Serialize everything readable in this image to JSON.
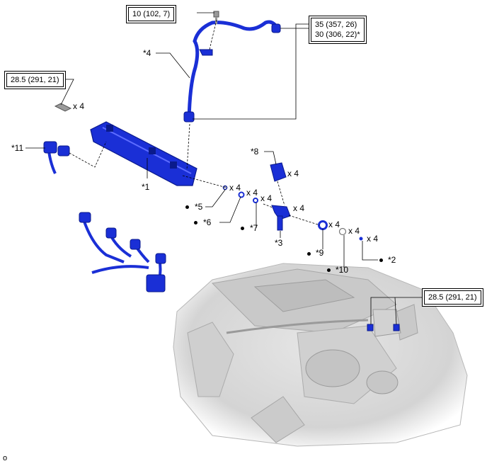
{
  "figure_id": "o",
  "torque_specs": {
    "bolt_top": "10 (102, 7)",
    "fuel_pipe_line1": "35 (357, 26)",
    "fuel_pipe_line2": "30 (306, 22)*",
    "rail_bolt": "28.5 (291, 21)",
    "pump_bolt": "28.5 (291, 21)"
  },
  "callouts": {
    "c1": "*1",
    "c2": "*2",
    "c3": "*3",
    "c4": "*4",
    "c5": "*5",
    "c6": "*6",
    "c7": "*7",
    "c8": "*8",
    "c9": "*9",
    "c10": "*10",
    "c11": "*11"
  },
  "quantities": {
    "rail_bolts": "x 4",
    "c5": "x 4",
    "c6": "x 4",
    "c7": "x 4",
    "c8": "x 4",
    "c3": "x 4",
    "c9": "x 4",
    "c10": "x 4",
    "c2": "x 4"
  },
  "colors": {
    "part_blue": "#1a2fd6",
    "part_dark": "#0a1a8c",
    "engine_gray": "#d9d9d9",
    "line": "#000000"
  }
}
